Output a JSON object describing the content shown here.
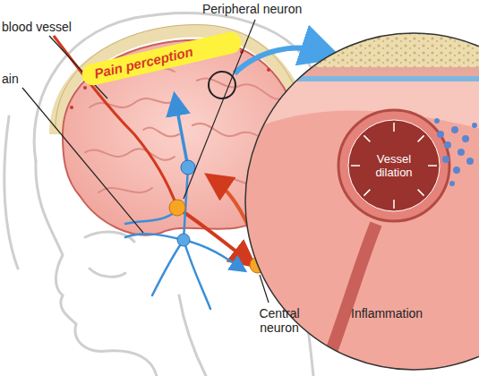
{
  "diagram": {
    "nodes": [
      {
        "text": [
          "Pain perception"
        ]
      },
      {
        "text": [
          "Vessel dilation"
        ]
      }
    ],
    "labels": [
      "blood vessel",
      "Peripheral neuron",
      "ain",
      "Central neuron",
      "Inflammation"
    ]
  }
}
